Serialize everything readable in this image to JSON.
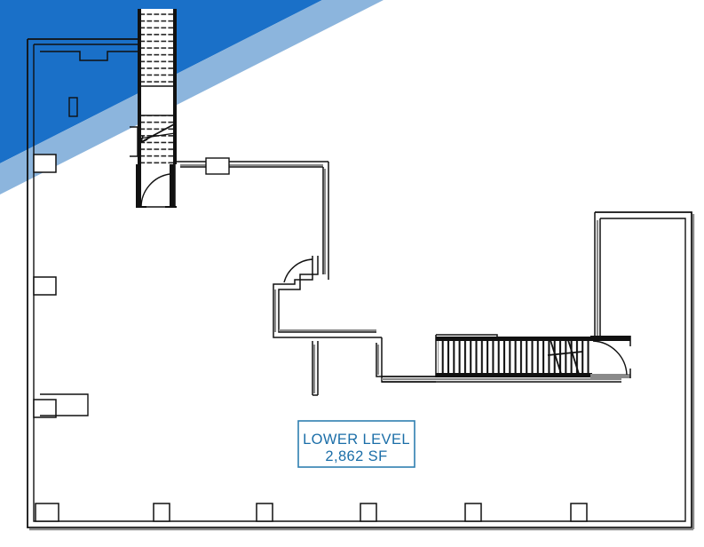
{
  "document": {
    "type": "architectural-floor-plan",
    "title": "LOWER LEVEL"
  },
  "area_label": {
    "name": "lower-level-area-label",
    "line1": "LOWER LEVEL",
    "line2": "2,862 SF",
    "area_value": "2,862",
    "area_units": "SF",
    "text_color": "#1b6ea8",
    "border_color": "#2e7fb0",
    "fill_color": "#ffffff"
  },
  "banner": {
    "name": "diagonal-brand-banner",
    "dark_color": "#1a70c8",
    "light_color": "#8cb5dd",
    "position": "top-left"
  },
  "colors": {
    "wall_stroke": "#111111",
    "wall_fill_light": "#ffffff",
    "wall_gray": "#8a8a8a",
    "hatch": "#1a1a1a",
    "background": "#ffffff"
  },
  "features": {
    "stair_vertical": {
      "name": "stair-run-upper-left",
      "orientation": "vertical",
      "tread_count": 26,
      "has_break_line": true,
      "has_direction_arrow": true
    },
    "stair_horizontal": {
      "name": "stair-run-lower-right",
      "orientation": "horizontal",
      "tread_count": 34,
      "has_break_line": true
    },
    "doors": [
      {
        "name": "door-stair-lower-left",
        "swing": "arc"
      },
      {
        "name": "door-center-corridor",
        "swing": "arc"
      },
      {
        "name": "door-stair-right",
        "swing": "arc"
      }
    ],
    "columns_bottom": {
      "name": "column-markers-bottom-wall",
      "count": 6,
      "positions_x": [
        175,
        290,
        407,
        525,
        645,
        45
      ]
    },
    "openings_left_wall": {
      "name": "window-openings-left-wall",
      "count": 3
    }
  }
}
